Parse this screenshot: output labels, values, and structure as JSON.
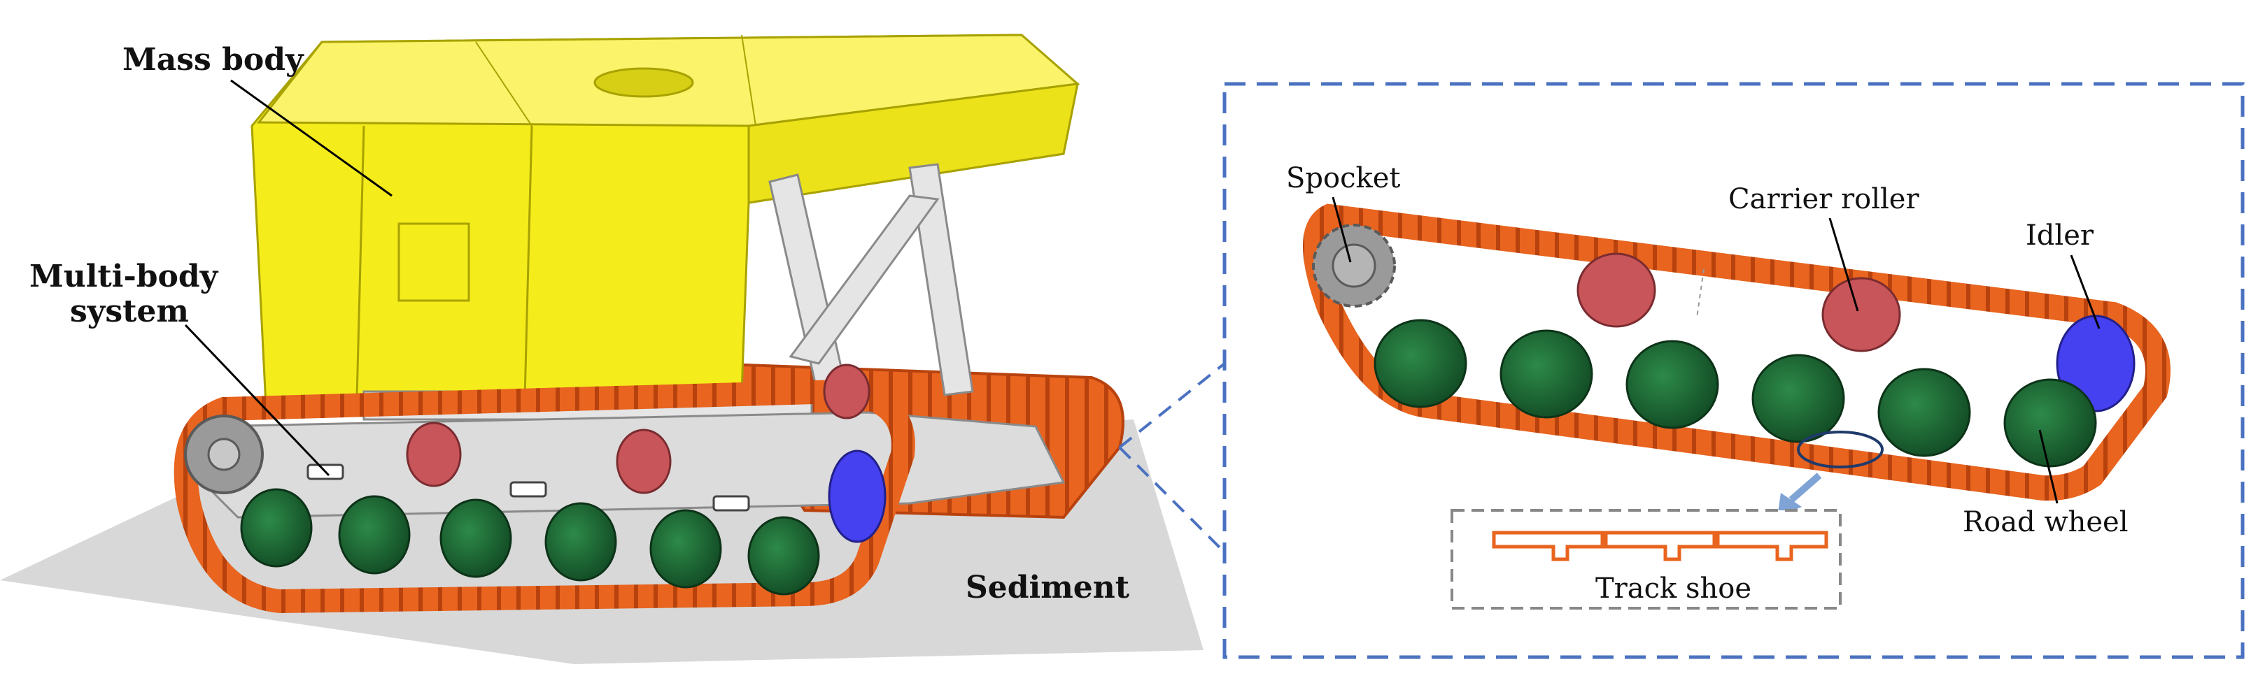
{
  "left_panel": {
    "mass_body": "Mass body",
    "multi_body_line1": "Multi-body",
    "multi_body_line2": "system",
    "sediment": "Sediment"
  },
  "right_panel": {
    "sprocket": "Spocket",
    "carrier_roller": "Carrier roller",
    "idler": "Idler",
    "road_wheel": "Road wheel",
    "track_shoe": "Track shoe"
  },
  "colors": {
    "body_yellow": "#f5ec1c",
    "track_orange": "#e8641f",
    "frame_grey": "#dcdcdc",
    "road_wheel_green": "#1f6e38",
    "carrier_red": "#c8555a",
    "idler_blue": "#4540f0",
    "sprocket_grey": "#9a9a9a",
    "ground_grey": "#d8d8d8",
    "dash_blue": "#4a72c0",
    "arrow_blue": "#7ea3d4"
  }
}
